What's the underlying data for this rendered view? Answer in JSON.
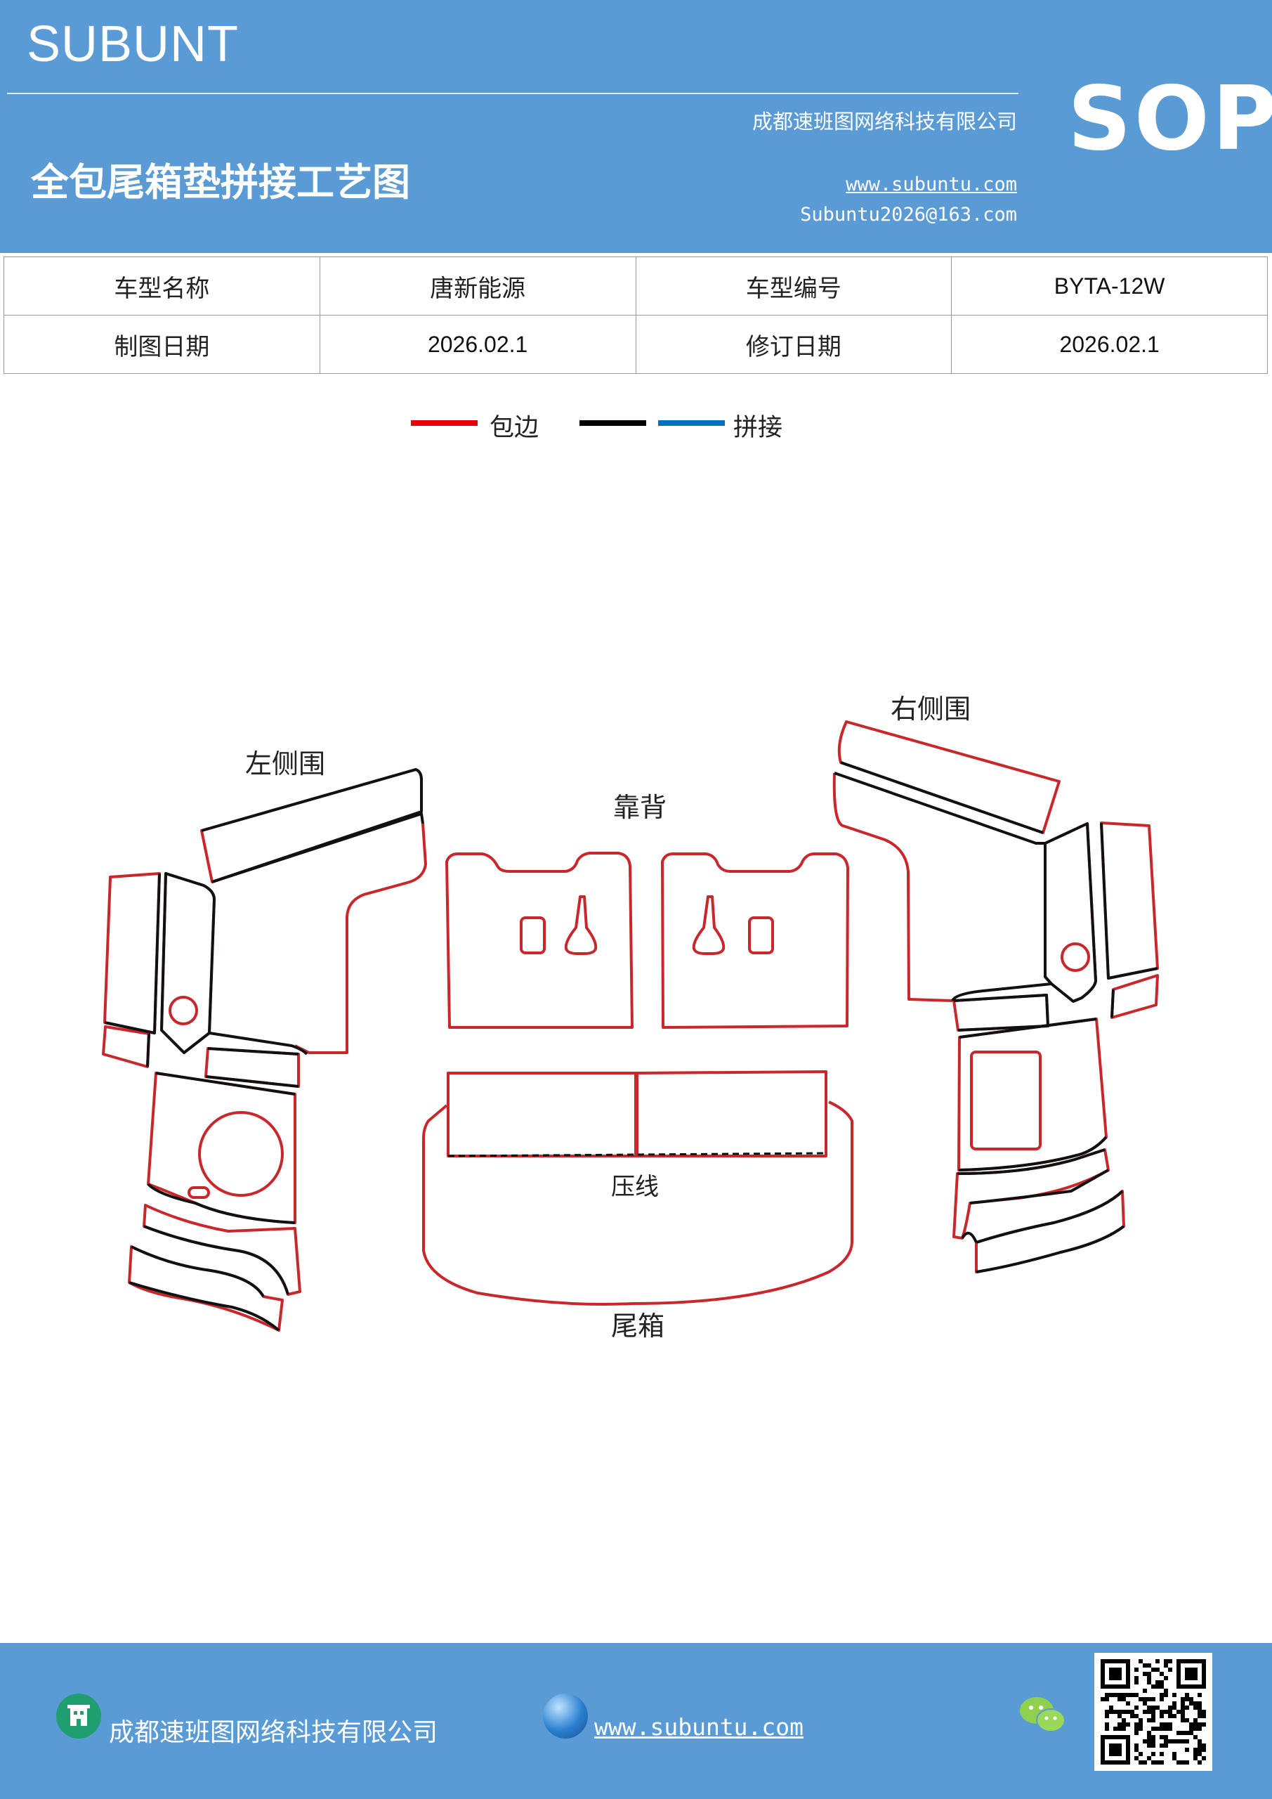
{
  "header": {
    "brand": "SUBUNT",
    "company": "成都速班图网络科技有限公司",
    "title": "全包尾箱垫拼接工艺图",
    "website": "www.subuntu.com",
    "email": "Subuntu2026@163.com",
    "badge": "SOP"
  },
  "info_table": {
    "rows": [
      [
        "车型名称",
        "唐新能源",
        "车型编号",
        "BYTA-12W"
      ],
      [
        "制图日期",
        "2026.02.1",
        "修订日期",
        "2026.02.1"
      ]
    ]
  },
  "legend": {
    "items": [
      {
        "label": "包边",
        "color": "#e8000e"
      },
      {
        "label": "",
        "color": "#000000"
      },
      {
        "label": "拼接",
        "color": "#0070c0"
      }
    ]
  },
  "drawing": {
    "labels": {
      "left": "左侧围",
      "right": "右侧围",
      "back": "靠背",
      "crease": "压线",
      "trunk": "尾箱"
    },
    "edge_color": "#c8282b",
    "seam_color": "#111111"
  },
  "footer": {
    "company": "成都速班图网络科技有限公司",
    "url": "www.subuntu.com",
    "building_icon": "building-icon",
    "globe_icon": "globe-icon",
    "wechat_icon": "wechat-icon",
    "qr": "qr-code"
  }
}
